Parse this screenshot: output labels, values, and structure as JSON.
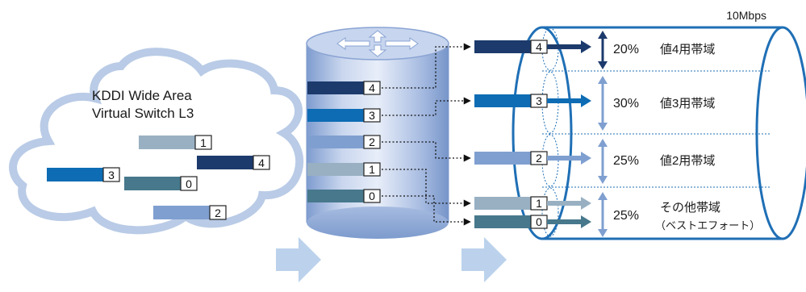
{
  "cloud": {
    "title_line1": "KDDI   Wide Area",
    "title_line2": "Virtual Switch L3",
    "packets": [
      "1",
      "4",
      "3",
      "0",
      "2"
    ]
  },
  "router": {
    "queue_labels": [
      "4",
      "3",
      "2",
      "1",
      "0"
    ]
  },
  "pipe": {
    "capacity": "10Mbps",
    "output_labels": [
      "4",
      "3",
      "2",
      "1",
      "0"
    ],
    "bands": [
      {
        "percent": "20%",
        "name": "値4用帯域"
      },
      {
        "percent": "30%",
        "name": "値3用帯域"
      },
      {
        "percent": "25%",
        "name": "値2用帯域"
      },
      {
        "percent": "25%",
        "name": "その他帯域",
        "sub": "（ベストエフォート）"
      }
    ]
  },
  "colors": {
    "p4": "#1c3a6c",
    "p3": "#0d6cb4",
    "p2": "#7f9fd0",
    "p1": "#98b0c2",
    "p0": "#47788c",
    "cloud": "#b9cbe6",
    "pipe": "#1f6fb5",
    "flow_arrow": "#bcd2ec"
  }
}
